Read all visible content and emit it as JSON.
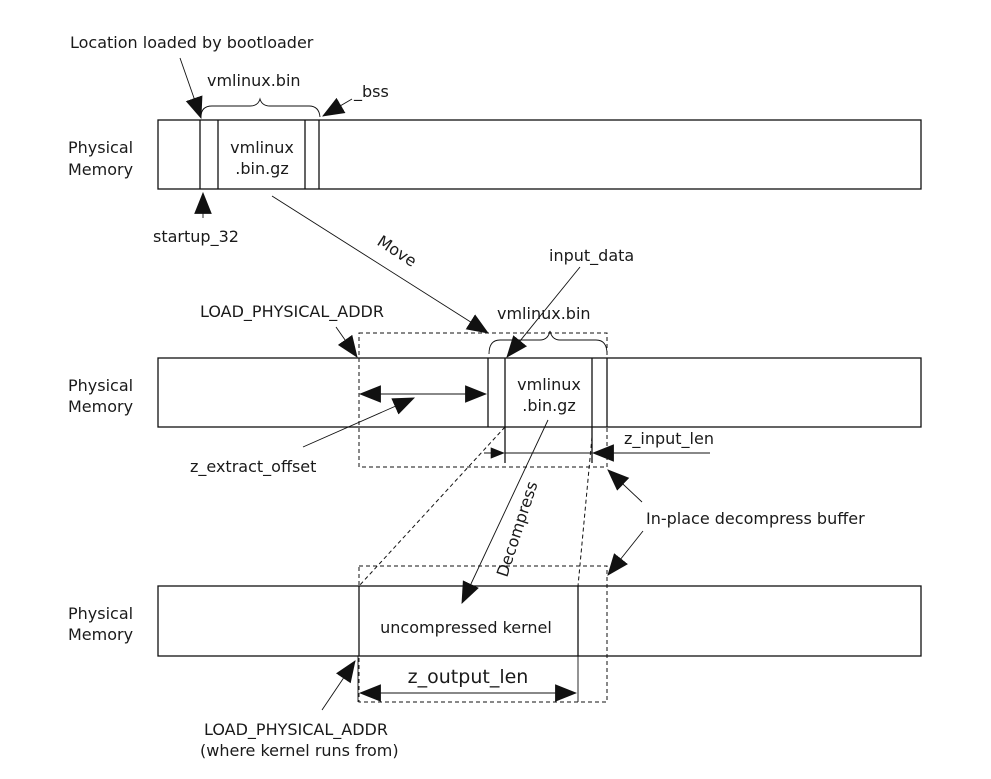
{
  "diagram": {
    "title_callout": "Location loaded by bootloader",
    "top": {
      "row_label_line1": "Physical",
      "row_label_line2": "Memory",
      "brace_label": "vmlinux.bin",
      "bss_label": "_bss",
      "block_line1": "vmlinux",
      "block_line2": ".bin.gz",
      "startup_label": "startup_32"
    },
    "move_label": "Move",
    "middle": {
      "row_label_line1": "Physical",
      "row_label_line2": "Memory",
      "load_addr_label": "LOAD_PHYSICAL_ADDR",
      "input_data_label": "input_data",
      "brace_label": "vmlinux.bin",
      "block_line1": "vmlinux",
      "block_line2": ".bin.gz",
      "extract_offset_label": "z_extract_offset",
      "input_len_label": "z_input_len"
    },
    "decompress_label": "Decompress",
    "buffer_label": "In-place decompress buffer",
    "bottom": {
      "row_label_line1": "Physical",
      "row_label_line2": "Memory",
      "block_label": "uncompressed kernel",
      "output_len_label": "z_output_len",
      "load_addr_line1": "LOAD_PHYSICAL_ADDR",
      "load_addr_line2": "(where kernel runs from)"
    }
  }
}
